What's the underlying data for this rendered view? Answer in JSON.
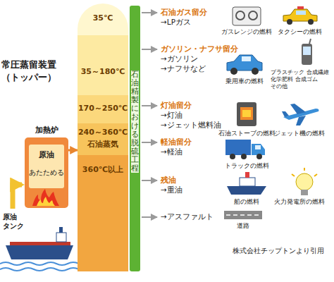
{
  "diagram": {
    "caption": "株式会社チップトンより引用",
    "nodes": [
      {
        "text": [
          "常圧蒸留装置 （トッパー）"
        ]
      },
      {
        "text": [
          "35℃"
        ],
        "in": 0
      },
      {
        "text": [
          "35～180℃"
        ],
        "in": 0
      },
      {
        "text": [
          "170～250℃"
        ],
        "in": 0
      },
      {
        "text": [
          "240～360℃"
        ],
        "in": 0
      },
      {
        "text": [
          "360℃以上"
        ],
        "in": 0
      },
      {
        "text": [
          "加熱炉",
          "原油",
          "あたためる"
        ]
      },
      {
        "text": [
          "石油精製における脱硫工程"
        ]
      }
    ],
    "edges": [
      {
        "from": 6,
        "to": 0,
        "arrow": "to"
      }
    ],
    "labels": [
      "石油ガス留分",
      "→LPガス",
      "ガスレンジの燃料",
      "タクシーの燃料",
      "ガソリン・ナフサ留分",
      "→ガソリン",
      "→ナフサなど",
      "乗用車の燃料",
      "プラスチック 合成繊維 化学肥料 合成ゴム その他",
      "灯油留分",
      "→灯油",
      "→ジェット燃料油",
      "石油ストーブの燃料",
      "ジェット機の燃料",
      "軽油留分",
      "→軽油",
      "トラックの燃料",
      "残油",
      "→重油",
      "船の燃料",
      "火力発電所の燃料",
      "→アスファルト",
      "道路",
      "原油 タンク",
      "石油蒸気"
    ]
  }
}
